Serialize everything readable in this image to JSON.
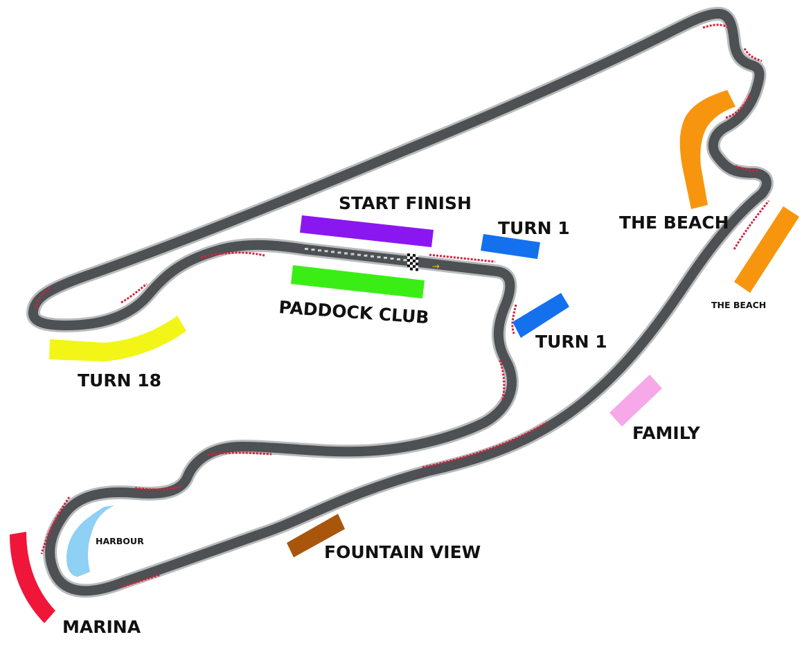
{
  "circuit": {
    "colors": {
      "track": "#4d5154",
      "track_edge": "#b9bcbd",
      "kerb": "#d5203a",
      "harbour_water": "#8fd0f5"
    },
    "harbour_label": "HARBOUR"
  },
  "stands": [
    {
      "id": "start-finish",
      "label": "START FINISH",
      "color": "#8a17f0"
    },
    {
      "id": "paddock-club",
      "label": "PADDOCK CLUB",
      "color": "#3aee15"
    },
    {
      "id": "turn-1-upper",
      "label": "TURN 1",
      "color": "#1570ee"
    },
    {
      "id": "turn-1-lower",
      "label": "TURN 1",
      "color": "#1570ee"
    },
    {
      "id": "the-beach-upper",
      "label": "THE BEACH",
      "color": "#f7960e"
    },
    {
      "id": "the-beach-lower",
      "label": "THE BEACH",
      "color": "#f7960e"
    },
    {
      "id": "family",
      "label": "FAMILY",
      "color": "#f7a8e9"
    },
    {
      "id": "fountain-view",
      "label": "FOUNTAIN VIEW",
      "color": "#a8560c"
    },
    {
      "id": "marina",
      "label": "MARINA",
      "color": "#f0163a"
    },
    {
      "id": "turn-18",
      "label": "TURN 18",
      "color": "#f2f515"
    }
  ]
}
